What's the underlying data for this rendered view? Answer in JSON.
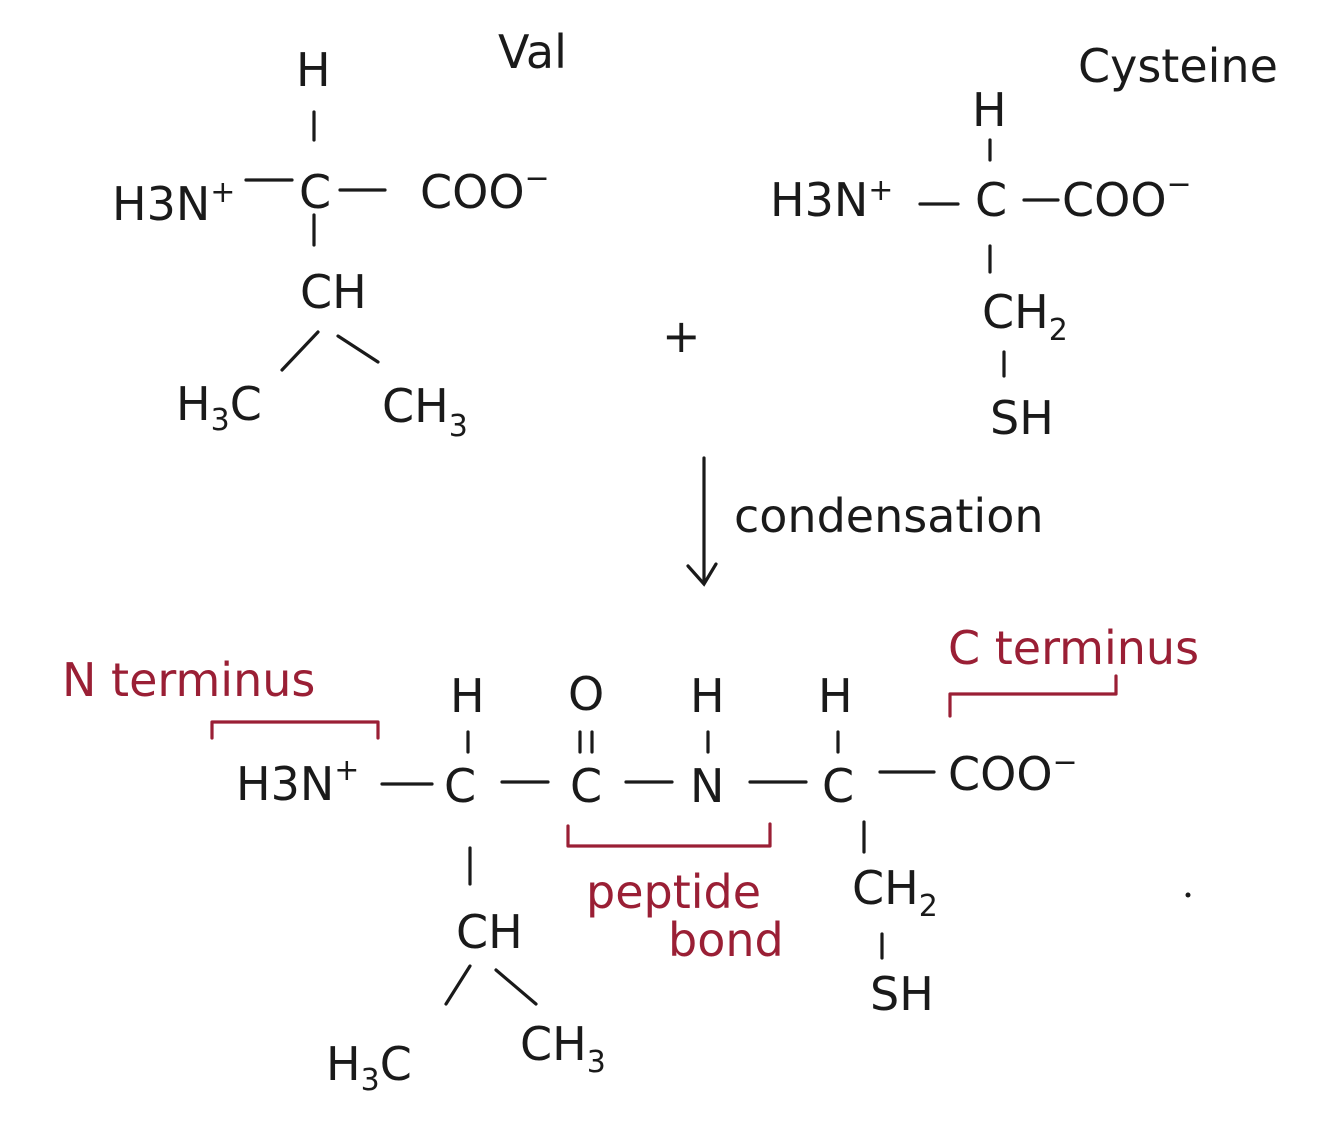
{
  "labels": {
    "val": "Val",
    "cysteine": "Cysteine",
    "plus": "+",
    "condensation": "condensation",
    "n_terminus": "N terminus",
    "c_terminus": "C terminus",
    "peptide": "peptide",
    "bond": "bond"
  },
  "atoms": {
    "h": "H",
    "c": "C",
    "n": "N",
    "o": "O",
    "h3n": "H3N",
    "plus_sign": "+",
    "coo": "COO",
    "minus_sign": "−",
    "ch": "CH",
    "ch2": "CH2",
    "ch3": "CH3",
    "h3c": "H3C",
    "sh": "SH"
  },
  "colors": {
    "ink": "#1a1a1a",
    "annotation": "#9a1f35"
  }
}
